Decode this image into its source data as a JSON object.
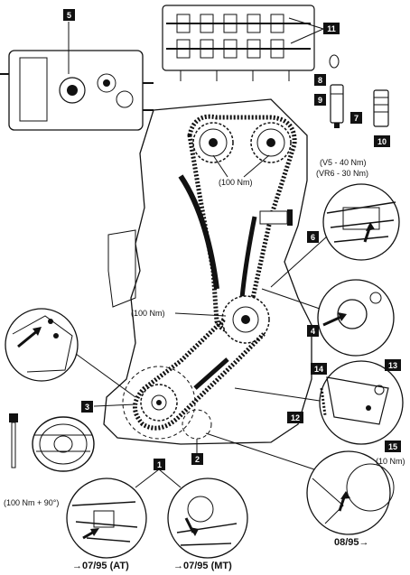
{
  "badges": [
    "1",
    "2",
    "3",
    "4",
    "5",
    "6",
    "7",
    "8",
    "9",
    "10",
    "11",
    "12",
    "13",
    "14",
    "15"
  ],
  "torques": {
    "camshaft": "(100 Nm)",
    "tensioner": "(100 Nm)",
    "vsrow1": "(V5 - 40 Nm)",
    "vsrow2": "(VR6 - 30 Nm)",
    "damper": "(100 Nm + 90°)",
    "item15": "(10 Nm)"
  },
  "captions": {
    "at": "→07/95 (AT)",
    "mt": "→07/95 (MT)",
    "late": "08/95→"
  },
  "colors": {
    "ink": "#111111",
    "paper": "#ffffff"
  }
}
